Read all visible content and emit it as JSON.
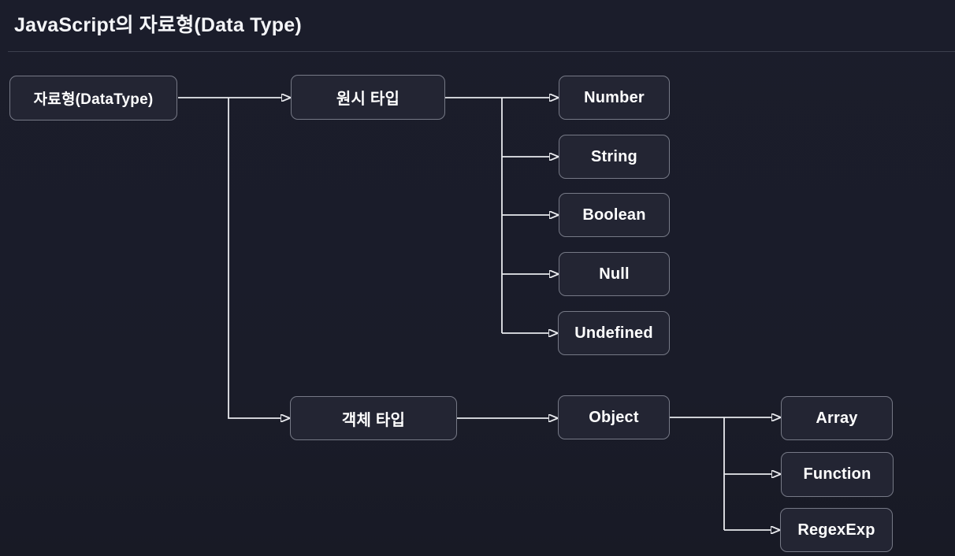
{
  "header": {
    "title": "JavaScript의 자료형(Data Type)"
  },
  "diagram": {
    "nodes": [
      {
        "id": "datatype",
        "label": "자료형(DataType)"
      },
      {
        "id": "primitive-type",
        "label": "원시 타입"
      },
      {
        "id": "number",
        "label": "Number"
      },
      {
        "id": "string",
        "label": "String"
      },
      {
        "id": "boolean",
        "label": "Boolean"
      },
      {
        "id": "null",
        "label": "Null"
      },
      {
        "id": "undefined",
        "label": "Undefined"
      },
      {
        "id": "object-type",
        "label": "객체 타입"
      },
      {
        "id": "object",
        "label": "Object"
      },
      {
        "id": "array",
        "label": "Array"
      },
      {
        "id": "function",
        "label": "Function"
      },
      {
        "id": "regexexp",
        "label": "RegexExp"
      }
    ],
    "edges": [
      {
        "from": "datatype",
        "to": "primitive-type"
      },
      {
        "from": "datatype",
        "to": "object-type"
      },
      {
        "from": "primitive-type",
        "to": "number"
      },
      {
        "from": "primitive-type",
        "to": "string"
      },
      {
        "from": "primitive-type",
        "to": "boolean"
      },
      {
        "from": "primitive-type",
        "to": "null"
      },
      {
        "from": "primitive-type",
        "to": "undefined"
      },
      {
        "from": "object-type",
        "to": "object"
      },
      {
        "from": "object",
        "to": "array"
      },
      {
        "from": "object",
        "to": "function"
      },
      {
        "from": "object",
        "to": "regexexp"
      }
    ],
    "colors": {
      "background": "#1a1c29",
      "node_fill": "#232533",
      "node_border": "#767986",
      "connector": "#e9eaee",
      "text": "#ffffff",
      "divider": "#3c3f4e"
    }
  }
}
